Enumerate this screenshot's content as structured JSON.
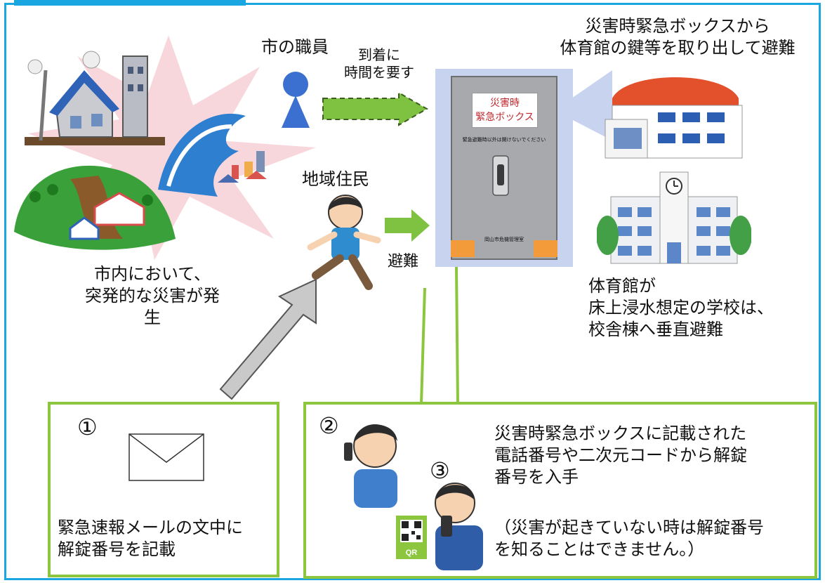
{
  "staff": {
    "label": "市の職員",
    "arrow_label": "到着に\n時間を要す"
  },
  "disaster": {
    "caption": "市内において、\n突発的な災害が発生"
  },
  "resident": {
    "label": "地域住民",
    "evacuate_label": "避難"
  },
  "box": {
    "sign": "災害時\n緊急ボックス",
    "notice": "緊急避難時以外は開けないでください",
    "plate": "岡山市危機管理室"
  },
  "gym_caption": "災害時緊急ボックスから\n体育館の鍵等を取り出して避難",
  "school_caption": "体育館が\n床上浸水想定の学校は、\n校舎棟へ垂直避難",
  "panel1": {
    "number": "①",
    "text": "緊急速報メールの文中に\n解錠番号を記載"
  },
  "panel2": {
    "number2": "②",
    "number3": "③",
    "text": "災害時緊急ボックスに記載された\n電話番号や二次元コードから解錠\n番号を入手",
    "note": "（災害が起きていない時は解錠番号\nを知ることはできません。）",
    "qr_label": "QR"
  },
  "colors": {
    "frame": "#1aa6e0",
    "panel_border": "#8cc63f",
    "arrow_green": "#7fc241",
    "box_gray": "#a7a9ac",
    "callout_blue": "#c8d3ef",
    "person_blue": "#3b6fd0",
    "burst": "#f8d7dc"
  },
  "icons": [
    "envelope-icon",
    "clock-icon",
    "qr-code-icon",
    "smartphone-icon",
    "phone-icon",
    "key-lock-icon"
  ]
}
